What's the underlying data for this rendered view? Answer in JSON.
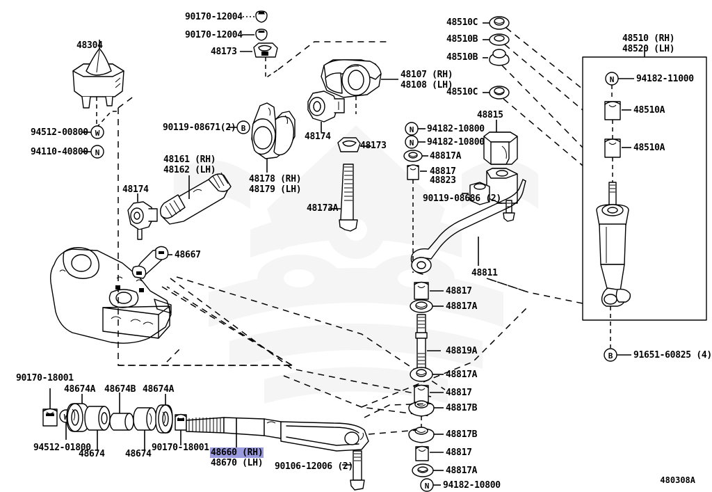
{
  "diagram": {
    "title": "Toyota Front Suspension Parts Diagram",
    "code": "480308A",
    "highlight_color": "#9a9ade",
    "line_color": "#000000",
    "background": "#ffffff"
  },
  "labels": {
    "l_48304": "48304",
    "l_94512_00800": "94512-00800",
    "l_94110_40800": "94110-40800",
    "l_90170_12004_a": "90170-12004",
    "l_90170_12004_b": "90170-12004",
    "l_48173_top": "48173",
    "l_90119_08671": "90119-08671(2)",
    "l_48161_rh": "48161 (RH)",
    "l_48162_lh": "48162 (LH)",
    "l_48174_left": "48174",
    "l_48174_mid": "48174",
    "l_48178_rh": "48178 (RH)",
    "l_48179_lh": "48179 (LH)",
    "l_48173_mid": "48173",
    "l_48173a": "48173A",
    "l_48107_rh": "48107 (RH)",
    "l_48108_lh": "48108 (LH)",
    "l_48510c_top": "48510C",
    "l_48510b_a": "48510B",
    "l_48510b_b": "48510B",
    "l_48510c_mid": "48510C",
    "l_48815": "48815",
    "l_94182_10800_a": "94182-10800",
    "l_94182_10800_b": "94182-10800",
    "l_48817a_top": "48817A",
    "l_48817_top": "48817",
    "l_48823": "48823",
    "l_90119_08686": "90119-08686 (2)",
    "l_48510_rh": "48510 (RH)",
    "l_48520_lh": "48520 (LH)",
    "l_94182_11000": "94182-11000",
    "l_48510a_a": "48510A",
    "l_48510a_b": "48510A",
    "l_91651_60825": "91651-60825 (4)",
    "l_48667": "48667",
    "l_48811": "48811",
    "l_48817_1": "48817",
    "l_48817a_1": "48817A",
    "l_48819a": "48819A",
    "l_48817a_2": "48817A",
    "l_48817_2": "48817",
    "l_48817b_1": "48817B",
    "l_48817b_2": "48817B",
    "l_48817_3": "48817",
    "l_48817a_3": "48817A",
    "l_94182_10800_c": "94182-10800",
    "l_90170_18001_a": "90170-18001",
    "l_48674a_a": "48674A",
    "l_48674b": "48674B",
    "l_48674a_b": "48674A",
    "l_94512_01800": "94512-01800",
    "l_48674_a": "48674",
    "l_48674_b": "48674",
    "l_90170_18001_b": "90170-18001",
    "l_48660_rh": "48660 (RH)",
    "l_48670_lh": "48670 (LH)",
    "l_90106_12006": "90106-12006 (2)"
  },
  "icon_glyphs": {
    "w_marker": "W",
    "n_marker": "N",
    "b_marker": "B"
  }
}
